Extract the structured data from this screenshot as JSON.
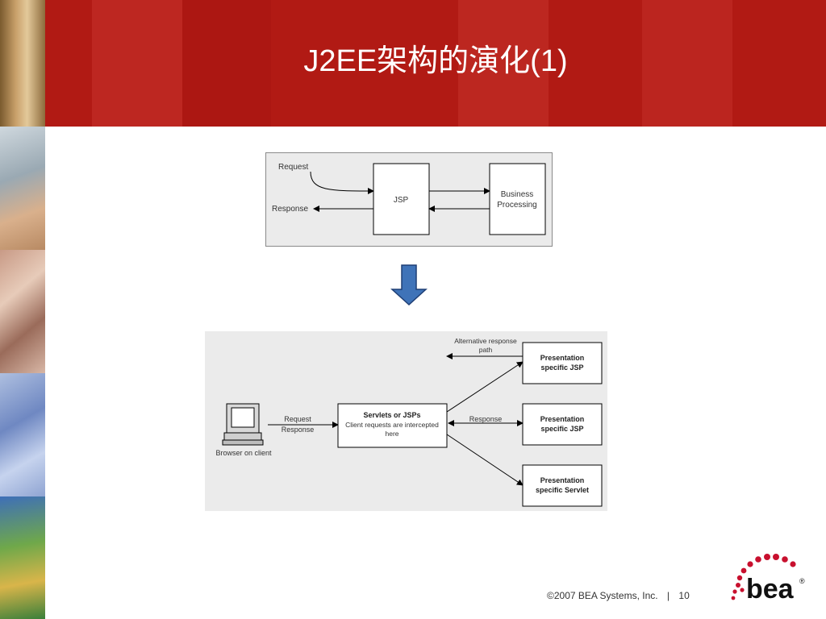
{
  "slide": {
    "title": "J2EE架构的演化(1)",
    "footer": {
      "copyright": "©2007 BEA Systems, Inc.",
      "separator": "|",
      "page_number": "10"
    },
    "logo_text": "bea",
    "logo_mark": "®"
  },
  "diagram_top": {
    "request_label": "Request",
    "response_label": "Response",
    "jsp_label": "JSP",
    "business_label_line1": "Business",
    "business_label_line2": "Processing"
  },
  "diagram_bottom": {
    "client_label": "Browser on client",
    "request_label": "Request",
    "response_label_left": "Response",
    "servlet_title": "Servlets or JSPs",
    "servlet_sub_line1": "Client requests are intercepted",
    "servlet_sub_line2": "here",
    "response_label_mid": "Response",
    "alt_path_line1": "Alternative response",
    "alt_path_line2": "path",
    "pres1_line1": "Presentation",
    "pres1_line2": "specific JSP",
    "pres2_line1": "Presentation",
    "pres2_line2": "specific JSP",
    "pres3_line1": "Presentation",
    "pres3_line2": "specific Servlet"
  },
  "colors": {
    "header_red": "#b11a14",
    "arrow_blue": "#3f73b8",
    "diagram_bg": "#ebebeb",
    "logo_red": "#c8102e"
  },
  "icons": {
    "transition_arrow": "down-arrow-icon",
    "client": "computer-terminal-icon",
    "logo": "bea-logo-icon"
  }
}
